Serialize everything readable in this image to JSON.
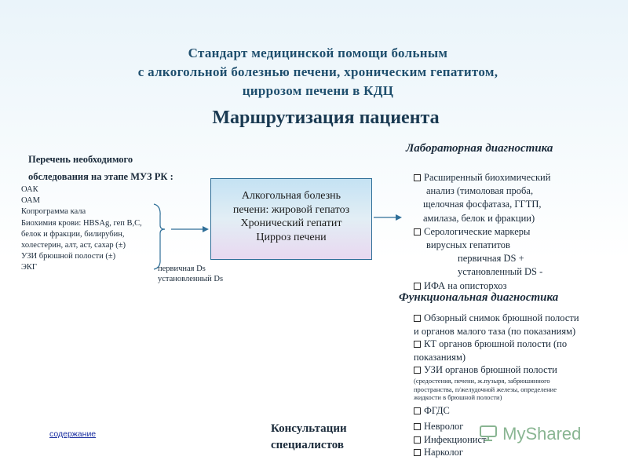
{
  "header": {
    "line1": "Стандарт медицинской помощи больным",
    "line2": "с алкогольной болезнью печени, хроническим гепатитом,",
    "line3": "циррозом печени в  КДЦ"
  },
  "main_title": "Маршрутизация пациента",
  "left_panel": {
    "heading_line1": "Перечень необходимого",
    "heading_line2": "обследования на этапе МУЗ РК :",
    "items": [
      "ОАК",
      "ОАМ",
      "Копрограмма кала",
      "Биохимия крови: HBSAg, геп В,С,",
      "белок и фракции, билирубин,",
      "холестерин, алт, аст, сахар (±)",
      "УЗИ брюшной полости (±)",
      "ЭКГ"
    ],
    "ds_primary": "первичная Ds",
    "ds_established": "установленный  Ds"
  },
  "diagnosis_box": {
    "lines": [
      "Алкогольная болезнь",
      "печени: жировой гепатоз",
      "Хронический гепатит",
      "Цирроз печени"
    ]
  },
  "lab": {
    "title": "Лабораторная диагностика",
    "lines": [
      "Расширенный биохимический",
      "анализ (тимоловая проба,",
      "щелочная фосфатаза, ГГТП,",
      "амилаза, белок и фракции)",
      "Серологические маркеры",
      "вирусных гепатитов",
      "первичная DS  +",
      "установленный DS  -",
      "ИФА на описторхоз"
    ]
  },
  "functional": {
    "title": "Функциональная диагностика",
    "lines": [
      "Обзорный снимок брюшной полости",
      "и органов малого таза (по показаниям)",
      "КТ органов брюшной полости (по",
      "показаниям)",
      "УЗИ органов брюшной полости",
      "(средостения, печени, ж.пузыря, забрюшинного",
      "пространства, п/желудочной железы, определение",
      "жидкости в брюшной полости)",
      "ФГДС"
    ]
  },
  "consultations": {
    "title_line1": "Консультации",
    "title_line2": "специалистов",
    "items": [
      "Невролог",
      "Инфекционист",
      "Нарколог"
    ]
  },
  "toc_link": "содержание",
  "watermark": "MyShared",
  "colors": {
    "header_text": "#1f4f6e",
    "box_border": "#2f6f98",
    "link": "#1a2fa0"
  }
}
